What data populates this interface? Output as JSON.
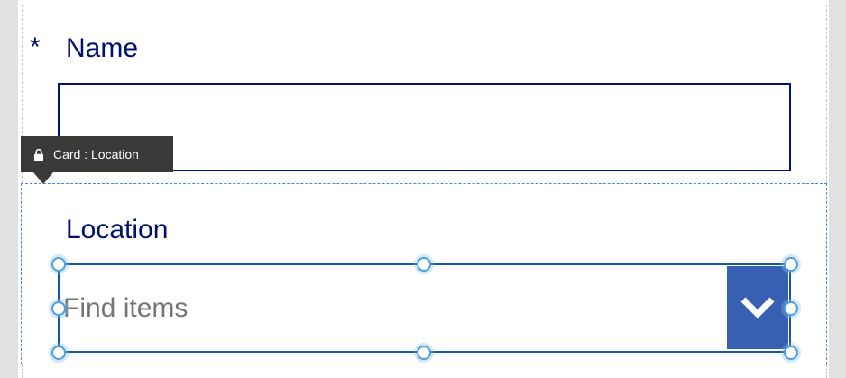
{
  "editor": {
    "tooltip": {
      "text": "Card : Location",
      "icon": "lock-icon",
      "background": "#3b3a39",
      "text_color": "#ffffff"
    },
    "selected_card": "Location",
    "selection_handle_count": 8
  },
  "form": {
    "name_card": {
      "required_marker": "*",
      "label": "Name",
      "input": {
        "value": "",
        "placeholder": ""
      }
    },
    "location_card": {
      "label": "Location",
      "combobox": {
        "placeholder": "Find items",
        "chevron_icon": "chevron-down-icon"
      }
    }
  },
  "colors": {
    "label_text": "#00126b",
    "input_border": "#00126b",
    "selection_line": "#1257a8",
    "selection_handle_ring": "#4d9fdd",
    "selected_card_dash": "#3a8edb",
    "card_dash": "#c6c6c6",
    "tooltip_background": "#3b3a39",
    "placeholder_text": "#757575",
    "chevron_button_fill": "#3860b2",
    "canvas_background": "#ffffff",
    "page_margin": "#e1e1e1"
  }
}
